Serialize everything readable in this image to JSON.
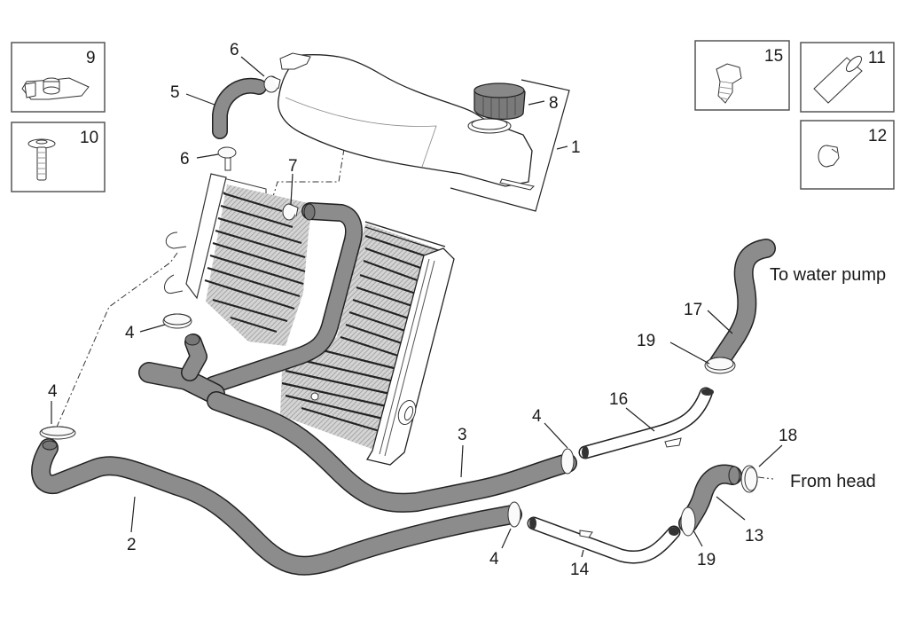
{
  "diagram": {
    "title": "Cooling system exploded parts diagram",
    "colors": {
      "hose": "#8c8c8c",
      "outline": "#222222",
      "fin_hatch": "#b5b5b5",
      "background": "#ffffff"
    },
    "notes": {
      "to_water_pump": "To water pump",
      "from_head": "From head"
    },
    "insets": [
      {
        "ref": "9",
        "part": "spring-nut"
      },
      {
        "ref": "10",
        "part": "flanged-screw"
      },
      {
        "ref": "15",
        "part": "hex-flange-screw"
      },
      {
        "ref": "11",
        "part": "spacer-sleeve"
      },
      {
        "ref": "12",
        "part": "clip"
      }
    ],
    "callouts": {
      "c1": "1",
      "c2": "2",
      "c3": "3",
      "c4a": "4",
      "c4b": "4",
      "c4c": "4",
      "c4d": "4",
      "c5": "5",
      "c6a": "6",
      "c6b": "6",
      "c7": "7",
      "c8": "8",
      "c13": "13",
      "c14": "14",
      "c16": "16",
      "c17": "17",
      "c18": "18",
      "c19a": "19",
      "c19b": "19"
    },
    "parts": [
      {
        "ref": "1",
        "part": "expansion-tank"
      },
      {
        "ref": "2",
        "part": "lower-hose"
      },
      {
        "ref": "3",
        "part": "radiator-outlet-hose"
      },
      {
        "ref": "4",
        "part": "hose-clamp"
      },
      {
        "ref": "5",
        "part": "tank-breather-hose"
      },
      {
        "ref": "6",
        "part": "small-clamp"
      },
      {
        "ref": "7",
        "part": "clip"
      },
      {
        "ref": "8",
        "part": "filler-cap"
      },
      {
        "ref": "13",
        "part": "head-outlet-hose"
      },
      {
        "ref": "14",
        "part": "lower-metal-pipe"
      },
      {
        "ref": "16",
        "part": "upper-metal-pipe"
      },
      {
        "ref": "17",
        "part": "water-pump-hose"
      },
      {
        "ref": "18",
        "part": "hose-clamp"
      },
      {
        "ref": "19",
        "part": "hose-clamp"
      }
    ]
  }
}
